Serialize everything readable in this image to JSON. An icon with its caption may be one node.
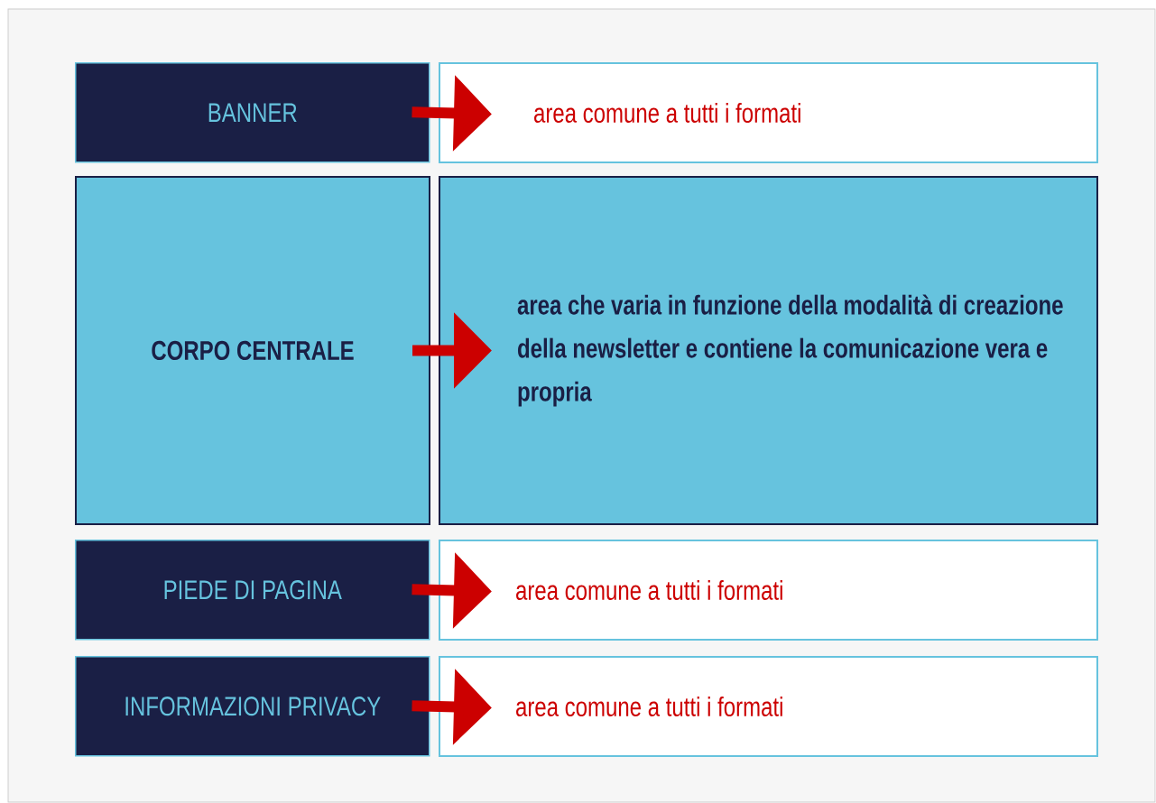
{
  "diagram": {
    "nodes": [
      {
        "text": [
          "BANNER"
        ]
      },
      {
        "text": [
          "area comune a tutti i formati"
        ]
      },
      {
        "text": [
          "CORPO CENTRALE"
        ]
      },
      {
        "text": [
          "area che varia in funzione della modalità di creazione della newsletter e contiene la comunicazione vera e propria"
        ]
      },
      {
        "text": [
          "PIEDE DI PAGINA"
        ]
      },
      {
        "text": [
          "area comune a tutti i formati"
        ]
      },
      {
        "text": [
          "INFORMAZIONI PRIVACY"
        ]
      },
      {
        "text": [
          "area comune a tutti i formati"
        ]
      }
    ],
    "edges": [
      {
        "from": 0,
        "to": 1,
        "arrow": "to"
      },
      {
        "from": 2,
        "to": 3,
        "arrow": "to"
      },
      {
        "from": 4,
        "to": 5,
        "arrow": "to"
      },
      {
        "from": 6,
        "to": 7,
        "arrow": "to"
      }
    ]
  }
}
